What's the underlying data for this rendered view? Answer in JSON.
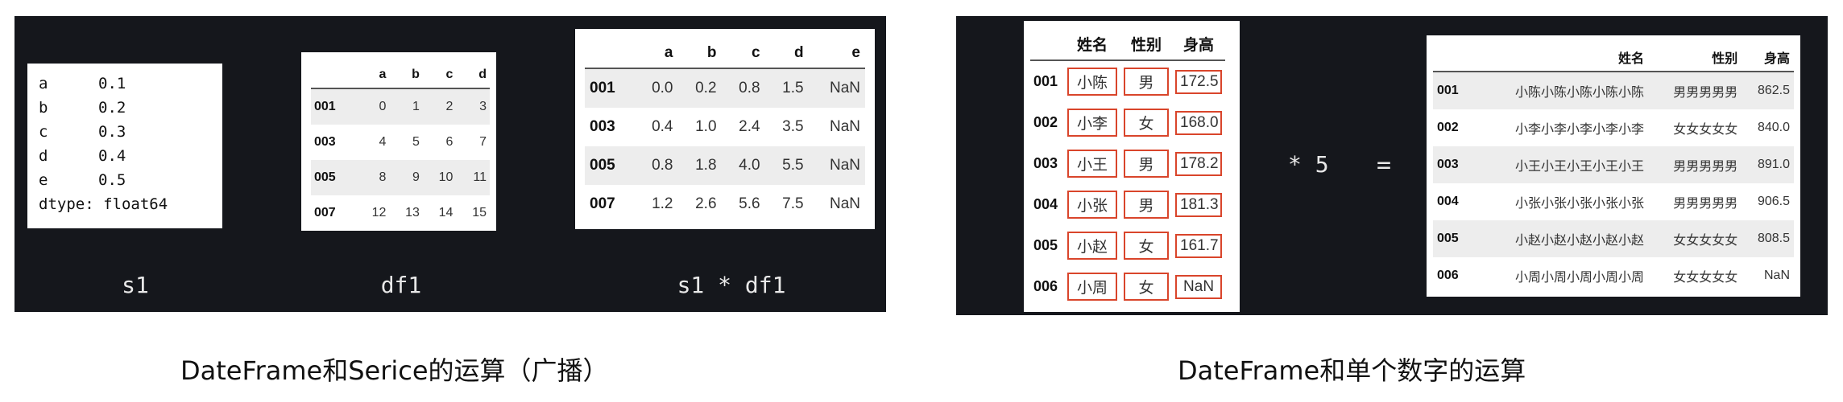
{
  "left": {
    "series": {
      "rows": [
        {
          "key": "a",
          "value": "0.1"
        },
        {
          "key": "b",
          "value": "0.2"
        },
        {
          "key": "c",
          "value": "0.3"
        },
        {
          "key": "d",
          "value": "0.4"
        },
        {
          "key": "e",
          "value": "0.5"
        }
      ],
      "dtype": "dtype: float64",
      "caption": "s1"
    },
    "df1": {
      "columns": [
        "",
        "a",
        "b",
        "c",
        "d"
      ],
      "rows": [
        [
          "001",
          "0",
          "1",
          "2",
          "3"
        ],
        [
          "003",
          "4",
          "5",
          "6",
          "7"
        ],
        [
          "005",
          "8",
          "9",
          "10",
          "11"
        ],
        [
          "007",
          "12",
          "13",
          "14",
          "15"
        ]
      ],
      "caption": "df1"
    },
    "result": {
      "columns": [
        "",
        "a",
        "b",
        "c",
        "d",
        "e"
      ],
      "rows": [
        [
          "001",
          "0.0",
          "0.2",
          "0.8",
          "1.5",
          "NaN"
        ],
        [
          "003",
          "0.4",
          "1.0",
          "2.4",
          "3.5",
          "NaN"
        ],
        [
          "005",
          "0.8",
          "1.8",
          "4.0",
          "5.5",
          "NaN"
        ],
        [
          "007",
          "1.2",
          "2.6",
          "5.6",
          "7.5",
          "NaN"
        ]
      ],
      "caption": "s1 * df1"
    },
    "label": "DateFrame和Serice的运算（广播）"
  },
  "right": {
    "names": {
      "columns": [
        "",
        "姓名",
        "性别",
        "身高"
      ],
      "rows": [
        [
          "001",
          "小陈",
          "男",
          "172.5"
        ],
        [
          "002",
          "小李",
          "女",
          "168.0"
        ],
        [
          "003",
          "小王",
          "男",
          "178.2"
        ],
        [
          "004",
          "小张",
          "男",
          "181.3"
        ],
        [
          "005",
          "小赵",
          "女",
          "161.7"
        ],
        [
          "006",
          "小周",
          "女",
          "NaN"
        ]
      ]
    },
    "op_times": "* 5",
    "op_equals": "=",
    "result": {
      "columns": [
        "",
        "姓名",
        "性别",
        "身高"
      ],
      "rows": [
        [
          "001",
          "小陈小陈小陈小陈小陈",
          "男男男男男",
          "862.5"
        ],
        [
          "002",
          "小李小李小李小李小李",
          "女女女女女",
          "840.0"
        ],
        [
          "003",
          "小王小王小王小王小王",
          "男男男男男",
          "891.0"
        ],
        [
          "004",
          "小张小张小张小张小张",
          "男男男男男",
          "906.5"
        ],
        [
          "005",
          "小赵小赵小赵小赵小赵",
          "女女女女女",
          "808.5"
        ],
        [
          "006",
          "小周小周小周小周小周",
          "女女女女女",
          "NaN"
        ]
      ]
    },
    "label": "DateFrame和单个数字的运算"
  },
  "colors": {
    "panel": "#15171c",
    "highlight_box": "#d9452b",
    "caption_text": "#e8e8e8"
  }
}
